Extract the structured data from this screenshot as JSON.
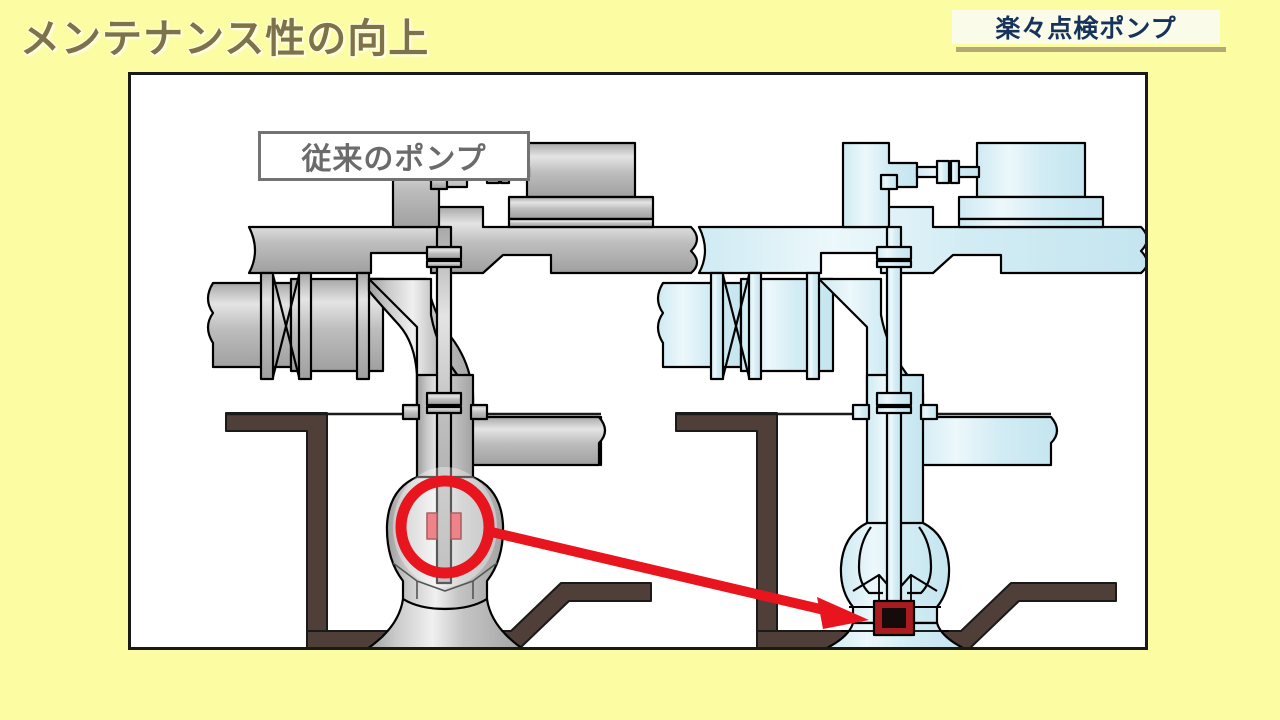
{
  "slide": {
    "title": "メンテナンス性の向上",
    "background_color": "#fcfca3",
    "title_color": "#7d7249"
  },
  "corner_badge": {
    "label": "楽々点検ポンプ",
    "background_color": "#fbfbe9",
    "text_color": "#16335c",
    "underline_color": "#b3a876"
  },
  "diagram": {
    "frame_border_color": "#1a1a1a",
    "frame_background": "#ffffff",
    "legend": {
      "label": "従来のポンプ",
      "text_color": "#6b6b6b",
      "border_color": "#737373"
    },
    "pumps": [
      {
        "name": "conventional-pump",
        "fill_color": "#b3b3b3",
        "outline_color": "#000000",
        "highlight": "red-circle",
        "highlight_color": "#e8141e",
        "bearing_marks_color": "#e8404a"
      },
      {
        "name": "new-pump",
        "fill_color": "#d6eef5",
        "outline_color": "#000000",
        "highlight": "red-square",
        "highlight_color": "#a81c20",
        "bearing_block_color": "#1a0d0d"
      }
    ],
    "pit": {
      "name": "concrete-pit",
      "color": "#4f3f38"
    },
    "annotation_arrow": {
      "name": "comparison-arrow",
      "color": "#e8141e",
      "from": "conventional-pump-bearing",
      "to": "new-pump-bearing"
    }
  }
}
